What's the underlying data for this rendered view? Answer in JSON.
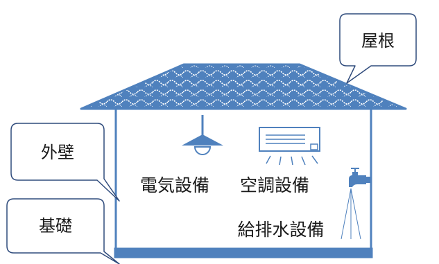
{
  "labels": {
    "roof": "屋根",
    "exterior_wall": "外壁",
    "foundation": "基礎",
    "electrical": "電気設備",
    "air_conditioning": "空調設備",
    "plumbing": "給排水設備"
  },
  "colors": {
    "blue": "#4f81bd",
    "roof_fill": "#4f81bd",
    "roof_pattern": "#ffffff",
    "outline": "#4f81bd",
    "callout_outline": "#2f4b7c",
    "text": "#1a1a1a"
  },
  "icons": {
    "ceiling_light": "ceiling-light-icon",
    "air_conditioner": "air-conditioner-icon",
    "faucet": "faucet-icon"
  }
}
